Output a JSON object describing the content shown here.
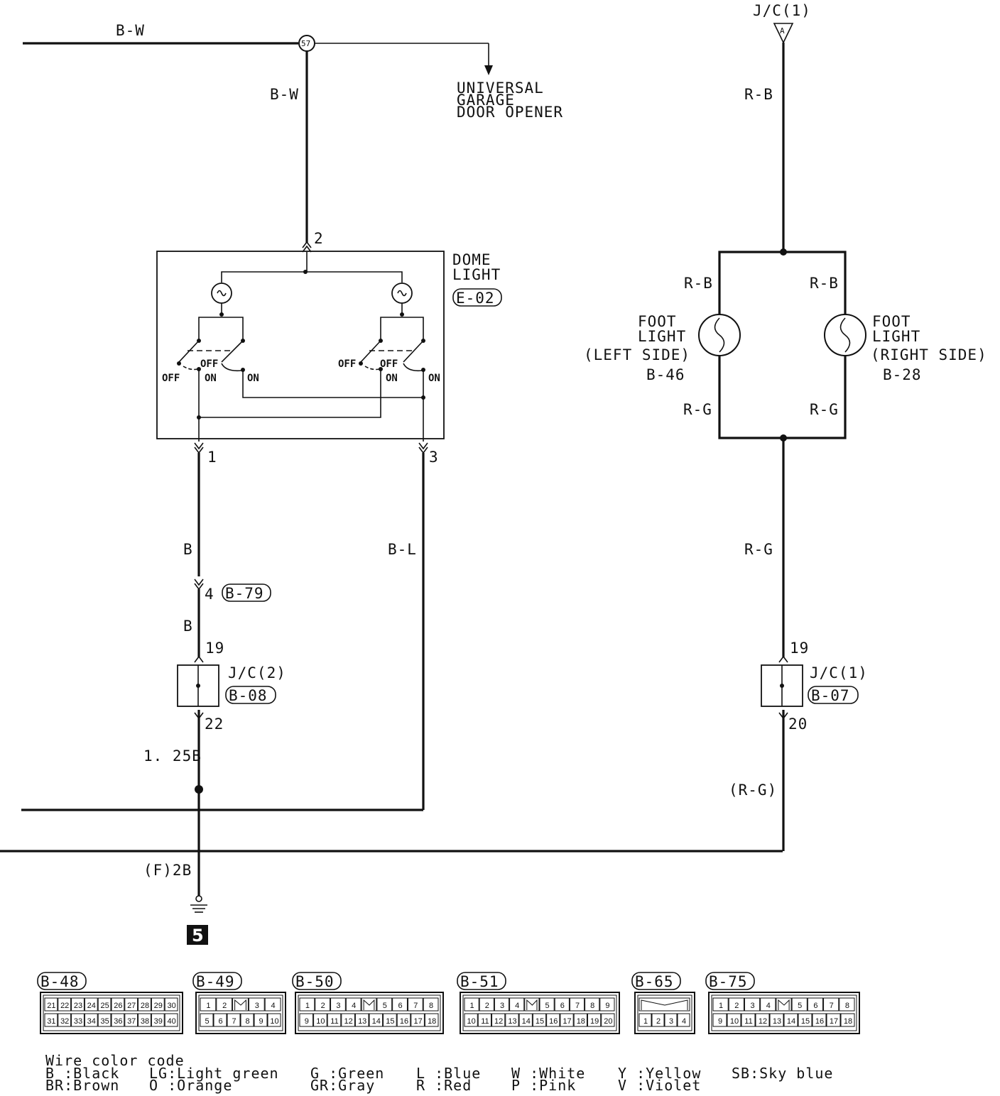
{
  "top_wire": {
    "label": "B-W",
    "splice": "57",
    "drop_label": "B-W"
  },
  "garage_opener": {
    "lines": [
      "UNIVERSAL",
      "GARAGE",
      "DOOR OPENER"
    ]
  },
  "dome_light": {
    "title_line1": "DOME",
    "title_line2": "LIGHT",
    "connector": "E-02",
    "pin_in": "2",
    "pin_out_left": "1",
    "pin_out_right": "3",
    "left_switch": {
      "off1": "OFF",
      "off2": "OFF",
      "on1": "ON",
      "on2": "ON"
    },
    "right_switch": {
      "off1": "OFF",
      "off2": "OFF",
      "on1": "ON",
      "on2": "ON"
    }
  },
  "left_branch": {
    "wire1": "B",
    "connector_pin": "4",
    "connector": "B-79",
    "wire2": "B",
    "jc_in_pin": "19",
    "jc_name": "J/C(2)",
    "jc_connector": "B-08",
    "jc_out_pin": "22",
    "wire3": "1. 25B",
    "ground_wire": "(F)2B",
    "ground_number": "5"
  },
  "mid_branch": {
    "wire": "B-L"
  },
  "right_branch": {
    "source": "J/C(1)",
    "source_letter": "A",
    "wire_top": "R-B",
    "left_lamp": {
      "wire_in": "R-B",
      "name1": "FOOT",
      "name2": "LIGHT",
      "side": "(LEFT SIDE)",
      "connector": "B-46",
      "wire_out": "R-G"
    },
    "right_lamp": {
      "wire_in": "R-B",
      "name1": "FOOT",
      "name2": "LIGHT",
      "side": "(RIGHT SIDE)",
      "connector": "B-28",
      "wire_out": "R-G"
    },
    "wire_down": "R-G",
    "jc_in_pin": "19",
    "jc_name": "J/C(1)",
    "jc_connector": "B-07",
    "jc_out_pin": "20",
    "wire_bottom": "(R-G)"
  },
  "connectors": [
    {
      "name": "B-48",
      "row1": [
        "21",
        "22",
        "23",
        "24",
        "25",
        "26",
        "27",
        "28",
        "29",
        "30"
      ],
      "row2": [
        "31",
        "32",
        "33",
        "34",
        "35",
        "36",
        "37",
        "38",
        "39",
        "40"
      ]
    },
    {
      "name": "B-49",
      "row1": [
        "1",
        "2",
        "",
        "3",
        "4"
      ],
      "row2": [
        "5",
        "6",
        "7",
        "8",
        "9",
        "10"
      ]
    },
    {
      "name": "B-50",
      "row1": [
        "1",
        "2",
        "3",
        "4",
        "",
        "5",
        "6",
        "7",
        "8"
      ],
      "row2": [
        "9",
        "10",
        "11",
        "12",
        "13",
        "14",
        "15",
        "16",
        "17",
        "18"
      ]
    },
    {
      "name": "B-51",
      "row1": [
        "1",
        "2",
        "3",
        "4",
        "",
        "5",
        "6",
        "7",
        "8",
        "9"
      ],
      "row2": [
        "10",
        "11",
        "12",
        "13",
        "14",
        "15",
        "16",
        "17",
        "18",
        "19",
        "20"
      ]
    },
    {
      "name": "B-65",
      "row1": [
        ""
      ],
      "row2": [
        "1",
        "2",
        "3",
        "4"
      ]
    },
    {
      "name": "B-75",
      "row1": [
        "1",
        "2",
        "3",
        "4",
        "",
        "5",
        "6",
        "7",
        "8"
      ],
      "row2": [
        "9",
        "10",
        "11",
        "12",
        "13",
        "14",
        "15",
        "16",
        "17",
        "18"
      ]
    }
  ],
  "legend": {
    "title": "Wire color code",
    "col1": [
      "B :Black",
      "BR:Brown"
    ],
    "col2": [
      "LG:Light green",
      "O :Orange"
    ],
    "col3": [
      "G :Green",
      "GR:Gray"
    ],
    "col4": [
      "L :Blue",
      "R :Red"
    ],
    "col5": [
      "W :White",
      "P :Pink"
    ],
    "col6": [
      "Y :Yellow",
      "V :Violet"
    ],
    "col7": [
      "SB:Sky blue"
    ]
  }
}
